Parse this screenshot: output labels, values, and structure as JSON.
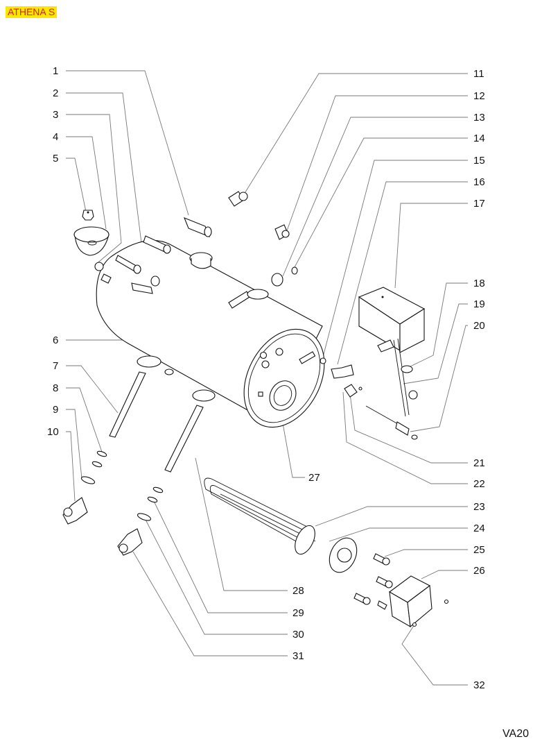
{
  "header": {
    "model": "ATHENA S"
  },
  "footer": {
    "drawing_code": "VA20"
  },
  "diagram": {
    "type": "exploded-parts-view",
    "subject": "boiler assembly",
    "callouts_left": [
      "1",
      "2",
      "3",
      "4",
      "5",
      "6",
      "7",
      "8",
      "9",
      "10"
    ],
    "callouts_right": [
      "11",
      "12",
      "13",
      "14",
      "15",
      "16",
      "17",
      "18",
      "19",
      "20",
      "21",
      "22",
      "23",
      "24",
      "25",
      "26",
      "27",
      "28",
      "29",
      "30",
      "31",
      "32"
    ]
  }
}
